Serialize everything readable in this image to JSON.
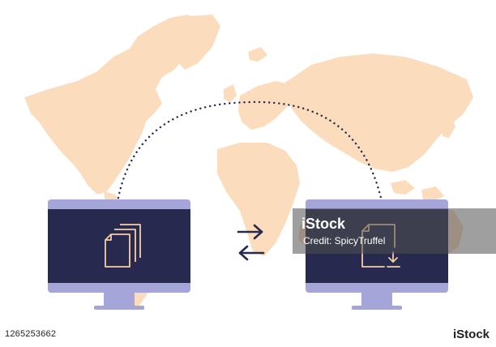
{
  "watermark": {
    "brand": "iStock",
    "credit": "Credit: SpicyTruffel"
  },
  "footer": {
    "image_id": "1265253662",
    "brand": "iStock"
  },
  "colors": {
    "map": "#fbdcbc",
    "screen": "#272a4e",
    "monitor_frame": "#a6a5d9",
    "stand": "#a6a5d9",
    "icon_stroke": "#f4cfa8",
    "arrows": "#272a4e",
    "dotted_arc": "#272a4e"
  },
  "icons": {
    "left_screen": "documents-stack-icon",
    "right_screen": "document-download-icon",
    "transfer": "swap-arrows-icon"
  }
}
